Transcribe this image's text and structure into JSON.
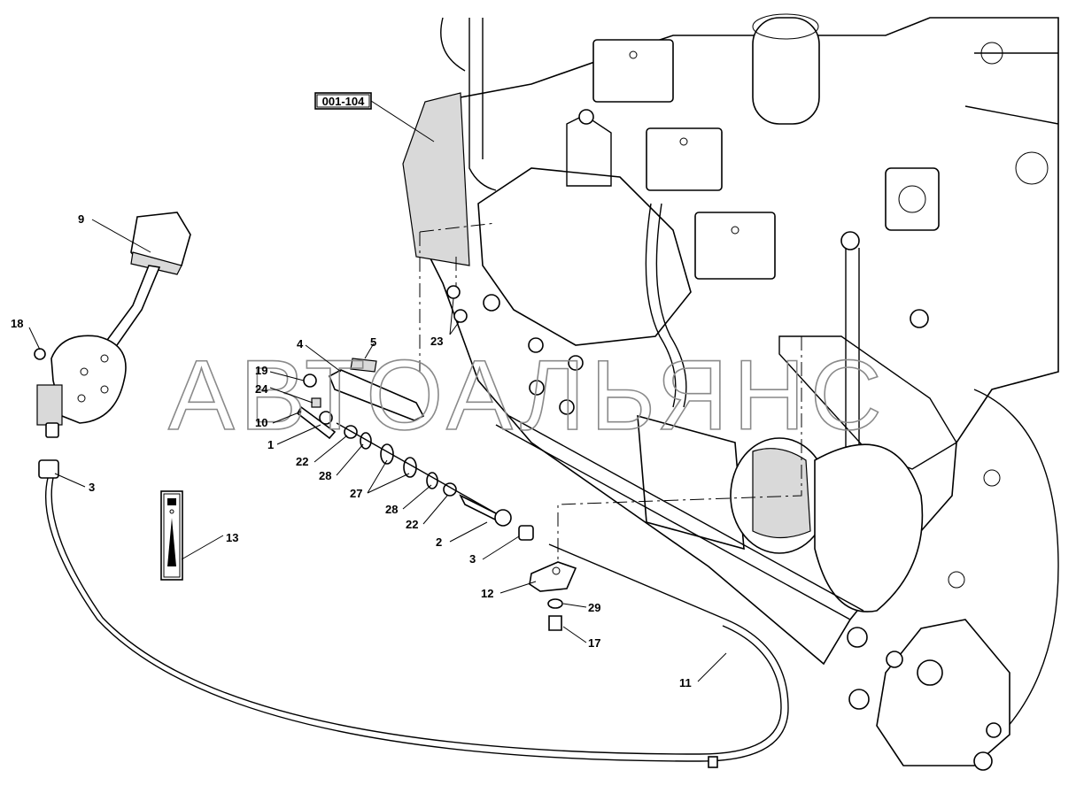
{
  "reference_box": {
    "text": "001-104"
  },
  "watermark": {
    "text": "АВТОАЛЬЯНС"
  },
  "callouts": [
    {
      "id": "c9",
      "text": "9"
    },
    {
      "id": "c18",
      "text": "18"
    },
    {
      "id": "c3a",
      "text": "3"
    },
    {
      "id": "c13",
      "text": "13"
    },
    {
      "id": "c4",
      "text": "4"
    },
    {
      "id": "c5",
      "text": "5"
    },
    {
      "id": "c19",
      "text": "19"
    },
    {
      "id": "c24",
      "text": "24"
    },
    {
      "id": "c10",
      "text": "10"
    },
    {
      "id": "c1",
      "text": "1"
    },
    {
      "id": "c22a",
      "text": "22"
    },
    {
      "id": "c28a",
      "text": "28"
    },
    {
      "id": "c27",
      "text": "27"
    },
    {
      "id": "c28b",
      "text": "28"
    },
    {
      "id": "c22b",
      "text": "22"
    },
    {
      "id": "c2",
      "text": "2"
    },
    {
      "id": "c3b",
      "text": "3"
    },
    {
      "id": "c23",
      "text": "23"
    },
    {
      "id": "c12",
      "text": "12"
    },
    {
      "id": "c29",
      "text": "29"
    },
    {
      "id": "c17",
      "text": "17"
    },
    {
      "id": "c11",
      "text": "11"
    }
  ]
}
